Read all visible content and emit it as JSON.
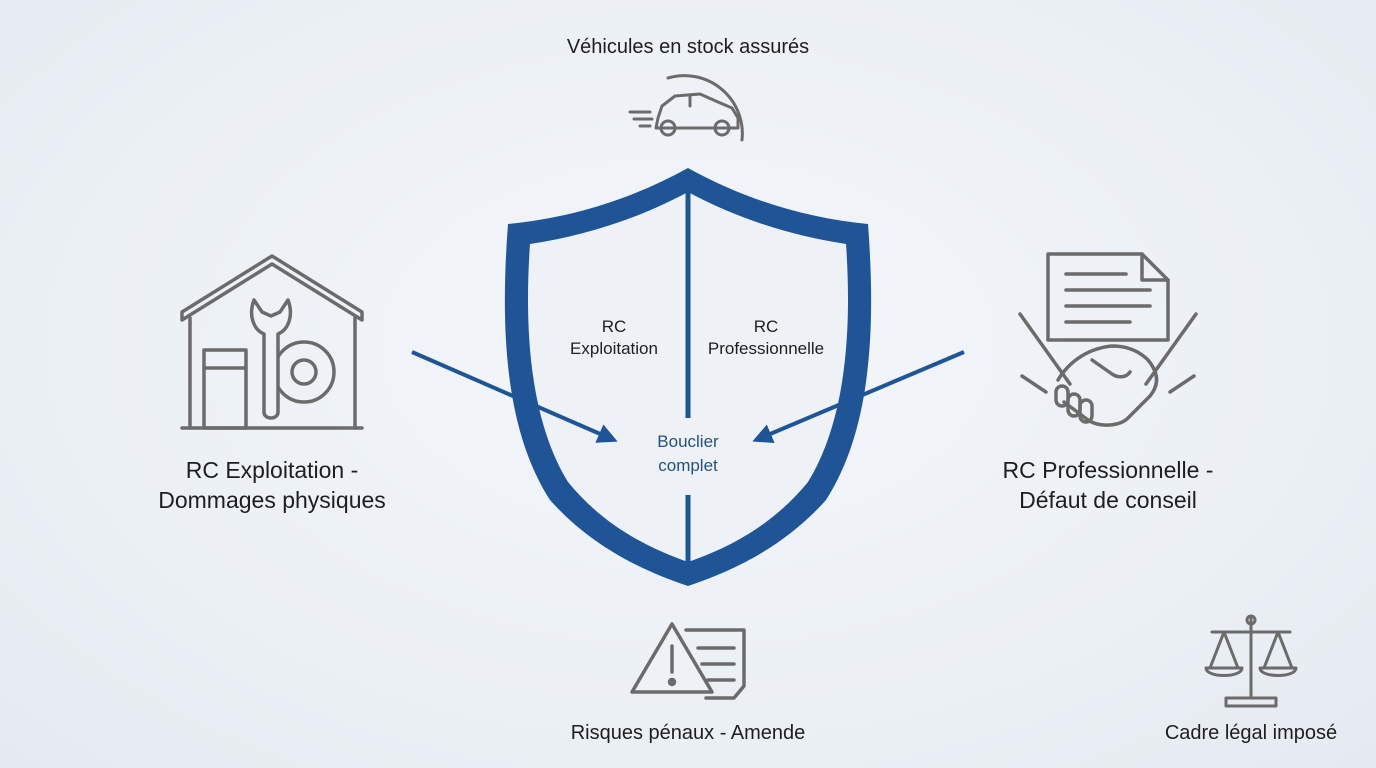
{
  "top": {
    "label": "Véhicules en stock assurés",
    "icon": "car-speed-icon"
  },
  "left": {
    "line1": "RC Exploitation -",
    "line2": "Dommages physiques",
    "icon": "garage-wrench-gear-icon"
  },
  "right": {
    "line1": "RC Professionnelle -",
    "line2": "Défaut de conseil",
    "icon": "contract-handshake-icon"
  },
  "bottom": {
    "label": "Risques pénaux - Amende",
    "icon": "warning-document-icon"
  },
  "bottom_right": {
    "label": "Cadre légal imposé",
    "icon": "scales-justice-icon"
  },
  "shield": {
    "left_line1": "RC",
    "left_line2": "Exploitation",
    "right_line1": "RC",
    "right_line2": "Professionnelle",
    "center_line1": "Bouclier",
    "center_line2": "complet"
  },
  "colors": {
    "accent": "#1f5596",
    "icon_gray": "#6b6b6b",
    "text": "#1e1e1e",
    "center_text": "#24527f"
  }
}
